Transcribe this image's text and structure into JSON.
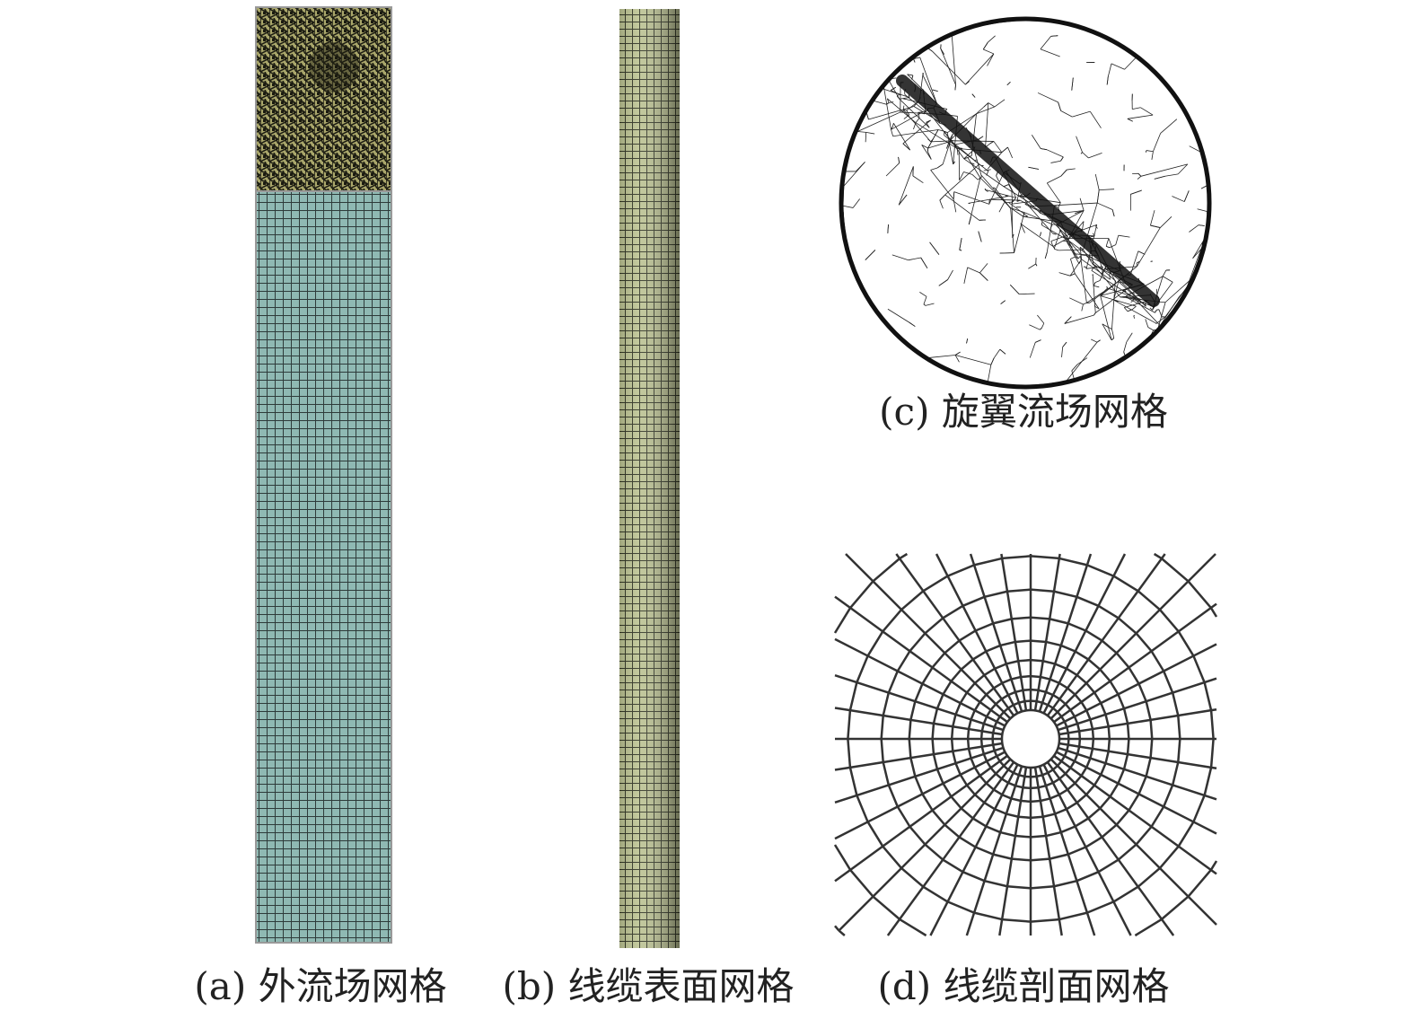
{
  "panels": [
    {
      "id": "a",
      "caption": "(a) 外流场网格"
    },
    {
      "id": "b",
      "caption": "(b) 线缆表面网格"
    },
    {
      "id": "c",
      "caption": "(c) 旋翼流场网格"
    },
    {
      "id": "d",
      "caption": "(d) 线缆剖面网格"
    }
  ],
  "colors": {
    "outer_top": "#a9a66a",
    "outer_bottom": "#8fb9b3",
    "cable_surface": "#b6bd8c",
    "mesh_line": "#333333"
  }
}
